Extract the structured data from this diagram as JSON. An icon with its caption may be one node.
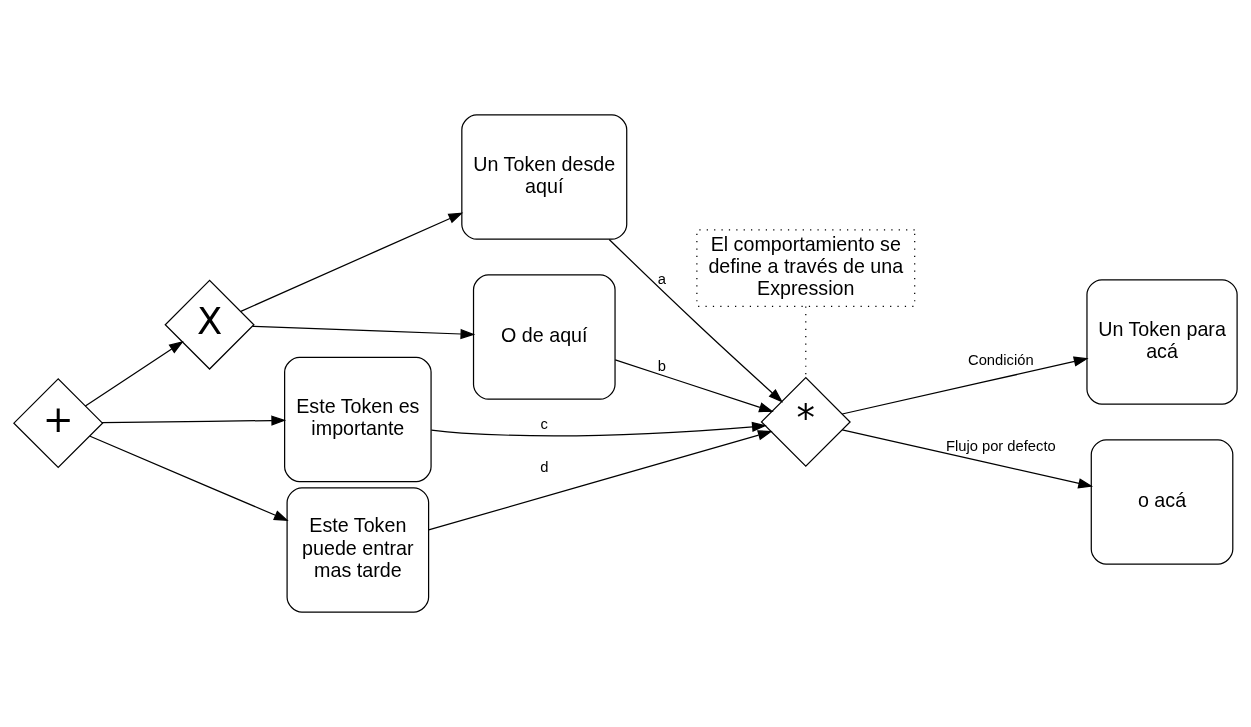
{
  "diagram": {
    "nodes": [
      {
        "text": [
          "+"
        ]
      },
      {
        "text": [
          "X"
        ]
      },
      {
        "text": [
          "Un Token desde aquí"
        ]
      },
      {
        "text": [
          "O de aquí"
        ]
      },
      {
        "text": [
          "Este Token es importante"
        ]
      },
      {
        "text": [
          "Este Token puede entrar mas tarde"
        ]
      },
      {
        "text": [
          "*"
        ]
      },
      {
        "text": [
          "Un Token para acá"
        ]
      },
      {
        "text": [
          "o acá"
        ]
      },
      {
        "text": [
          "El comportamiento se define a través de una Expression"
        ]
      }
    ],
    "edges": [
      {
        "from": 0,
        "to": 1,
        "arrow": "to"
      },
      {
        "from": 1,
        "to": 2,
        "arrow": "to"
      },
      {
        "from": 1,
        "to": 3,
        "arrow": "to"
      },
      {
        "from": 0,
        "to": 4,
        "arrow": "to"
      },
      {
        "from": 0,
        "to": 5,
        "arrow": "to"
      },
      {
        "from": 2,
        "to": 6,
        "arrow": "to",
        "label": "a"
      },
      {
        "from": 3,
        "to": 6,
        "arrow": "to",
        "label": "b"
      },
      {
        "from": 4,
        "to": 6,
        "arrow": "to",
        "label": "c"
      },
      {
        "from": 5,
        "to": 6,
        "arrow": "to",
        "label": "d"
      },
      {
        "from": 6,
        "to": 7,
        "arrow": "to",
        "label": "Condición"
      },
      {
        "from": 6,
        "to": 8,
        "arrow": "to",
        "label": "Flujo por defecto"
      },
      {
        "from": 9,
        "to": 6,
        "arrow": "none",
        "style": "dashed"
      }
    ]
  }
}
